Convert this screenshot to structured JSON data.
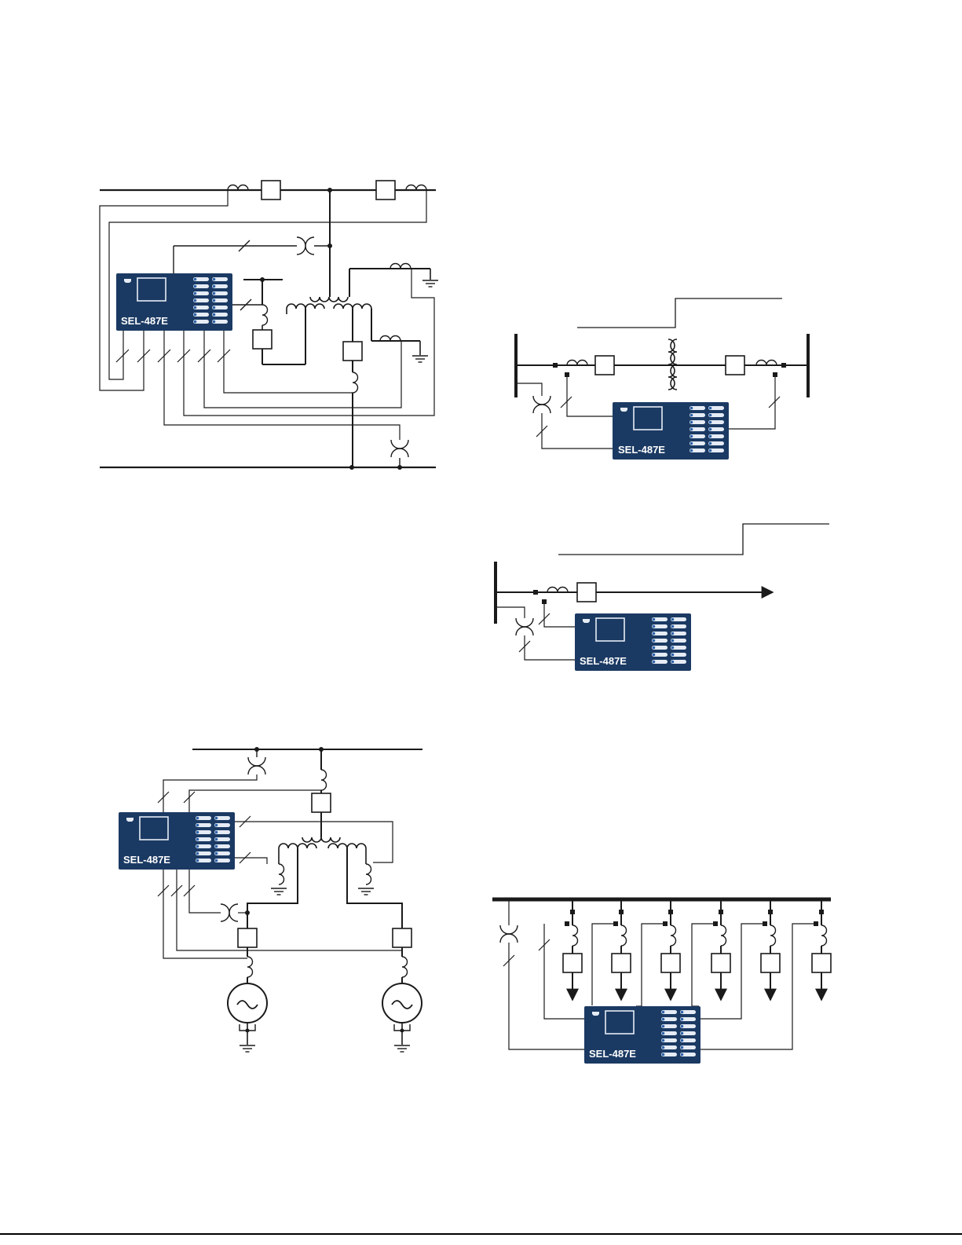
{
  "diagrams": [
    {
      "id": "transformer-three-winding",
      "relay_label": "SEL-487E"
    },
    {
      "id": "transformer-two-winding",
      "relay_label": "SEL-487E"
    },
    {
      "id": "line-feeder",
      "relay_label": "SEL-487E"
    },
    {
      "id": "generator-step-up",
      "relay_label": "SEL-487E"
    },
    {
      "id": "bus-protection",
      "relay_label": "SEL-487E"
    }
  ],
  "colors": {
    "relay_fill": "#1b3a63",
    "led_off": "#e6ecf5",
    "led_dot": "#2d62a8",
    "line": "#1a1a1a"
  }
}
